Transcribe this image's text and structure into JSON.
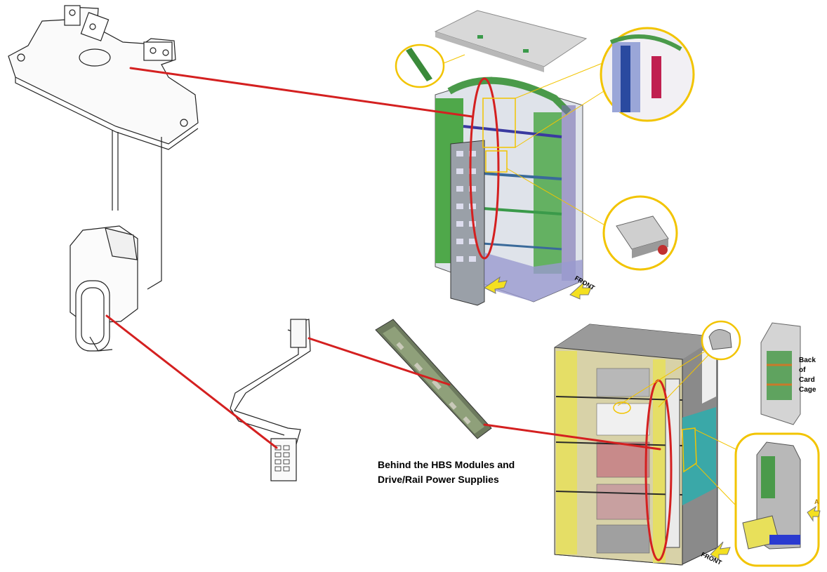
{
  "captions": {
    "line1": "Behind the HBS Modules and",
    "line2": "Drive/Rail Power Supplies"
  },
  "back_cage_label": {
    "w1": "Back",
    "w2": "of",
    "w3": "Card",
    "w4": "Cage"
  },
  "front_labels": {
    "upper": "FRONT",
    "lower": "FRONT",
    "side": "A"
  },
  "colors": {
    "leader": "#d42020",
    "callout": "#f2c400",
    "frame_green": "#5aa84a",
    "cabinet_gray": "#7a7a7a",
    "panel_yellow": "#e8e05a"
  }
}
